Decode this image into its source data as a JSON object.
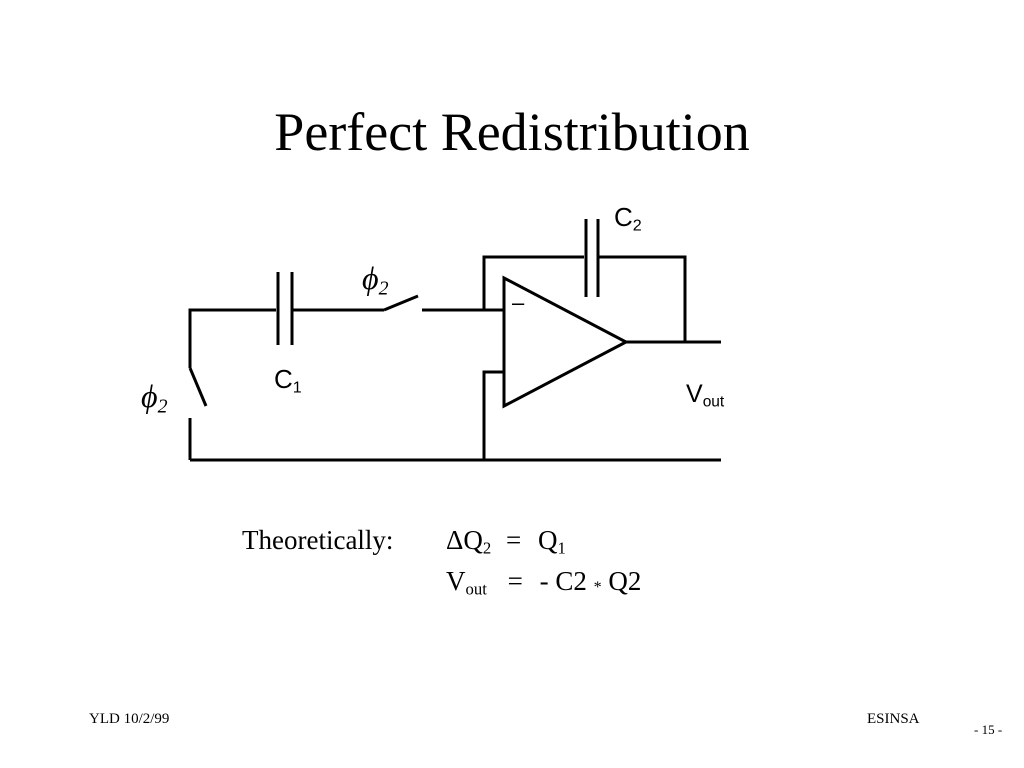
{
  "slide": {
    "title": "Perfect Redistribution",
    "footer_left": "YLD 10/2/99",
    "footer_right": "ESINSA",
    "page_number": "- 15 -"
  },
  "circuit": {
    "c1_letter": "C",
    "c1_sub": "1",
    "c2_letter": "C",
    "c2_sub": "2",
    "phi_top_symbol": "ϕ",
    "phi_top_sub": "2",
    "phi_left_symbol": "ϕ",
    "phi_left_sub": "2",
    "vout_letter": "V",
    "vout_sub": "out",
    "opamp_minus": "–"
  },
  "equations": {
    "label": "Theoretically:",
    "line1_lhs": "ΔQ",
    "line1_lhs_sub": "2",
    "line1_op": "=",
    "line1_rhs": "Q",
    "line1_rhs_sub": "1",
    "line2_lhs": "V",
    "line2_lhs_sub": "out",
    "line2_op": "=",
    "line2_rhs_a": "- C2",
    "line2_star": "*",
    "line2_rhs_b": "Q2"
  }
}
